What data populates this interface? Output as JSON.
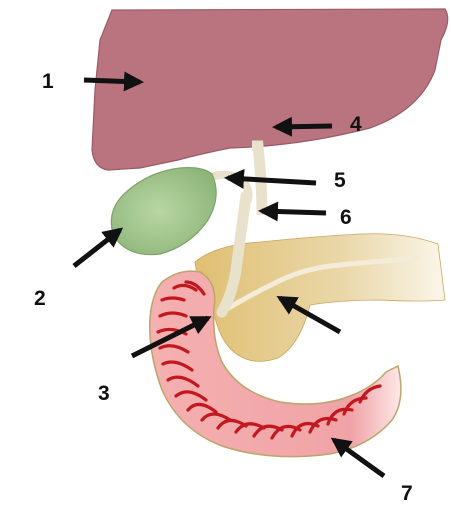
{
  "labels": {
    "n1": "1",
    "n2": "2",
    "n3": "3",
    "n4": "4",
    "n5": "5",
    "n6": "6",
    "n7": "7"
  },
  "colors": {
    "liver": "#b97480",
    "gallbladder": "#9fc38b",
    "duct": "#e8e2cc",
    "pancreas": "#e3c47a",
    "duodenum_wall": "#f2a2a2",
    "duodenum_fold": "#d4202a",
    "arrow": "#111111"
  }
}
